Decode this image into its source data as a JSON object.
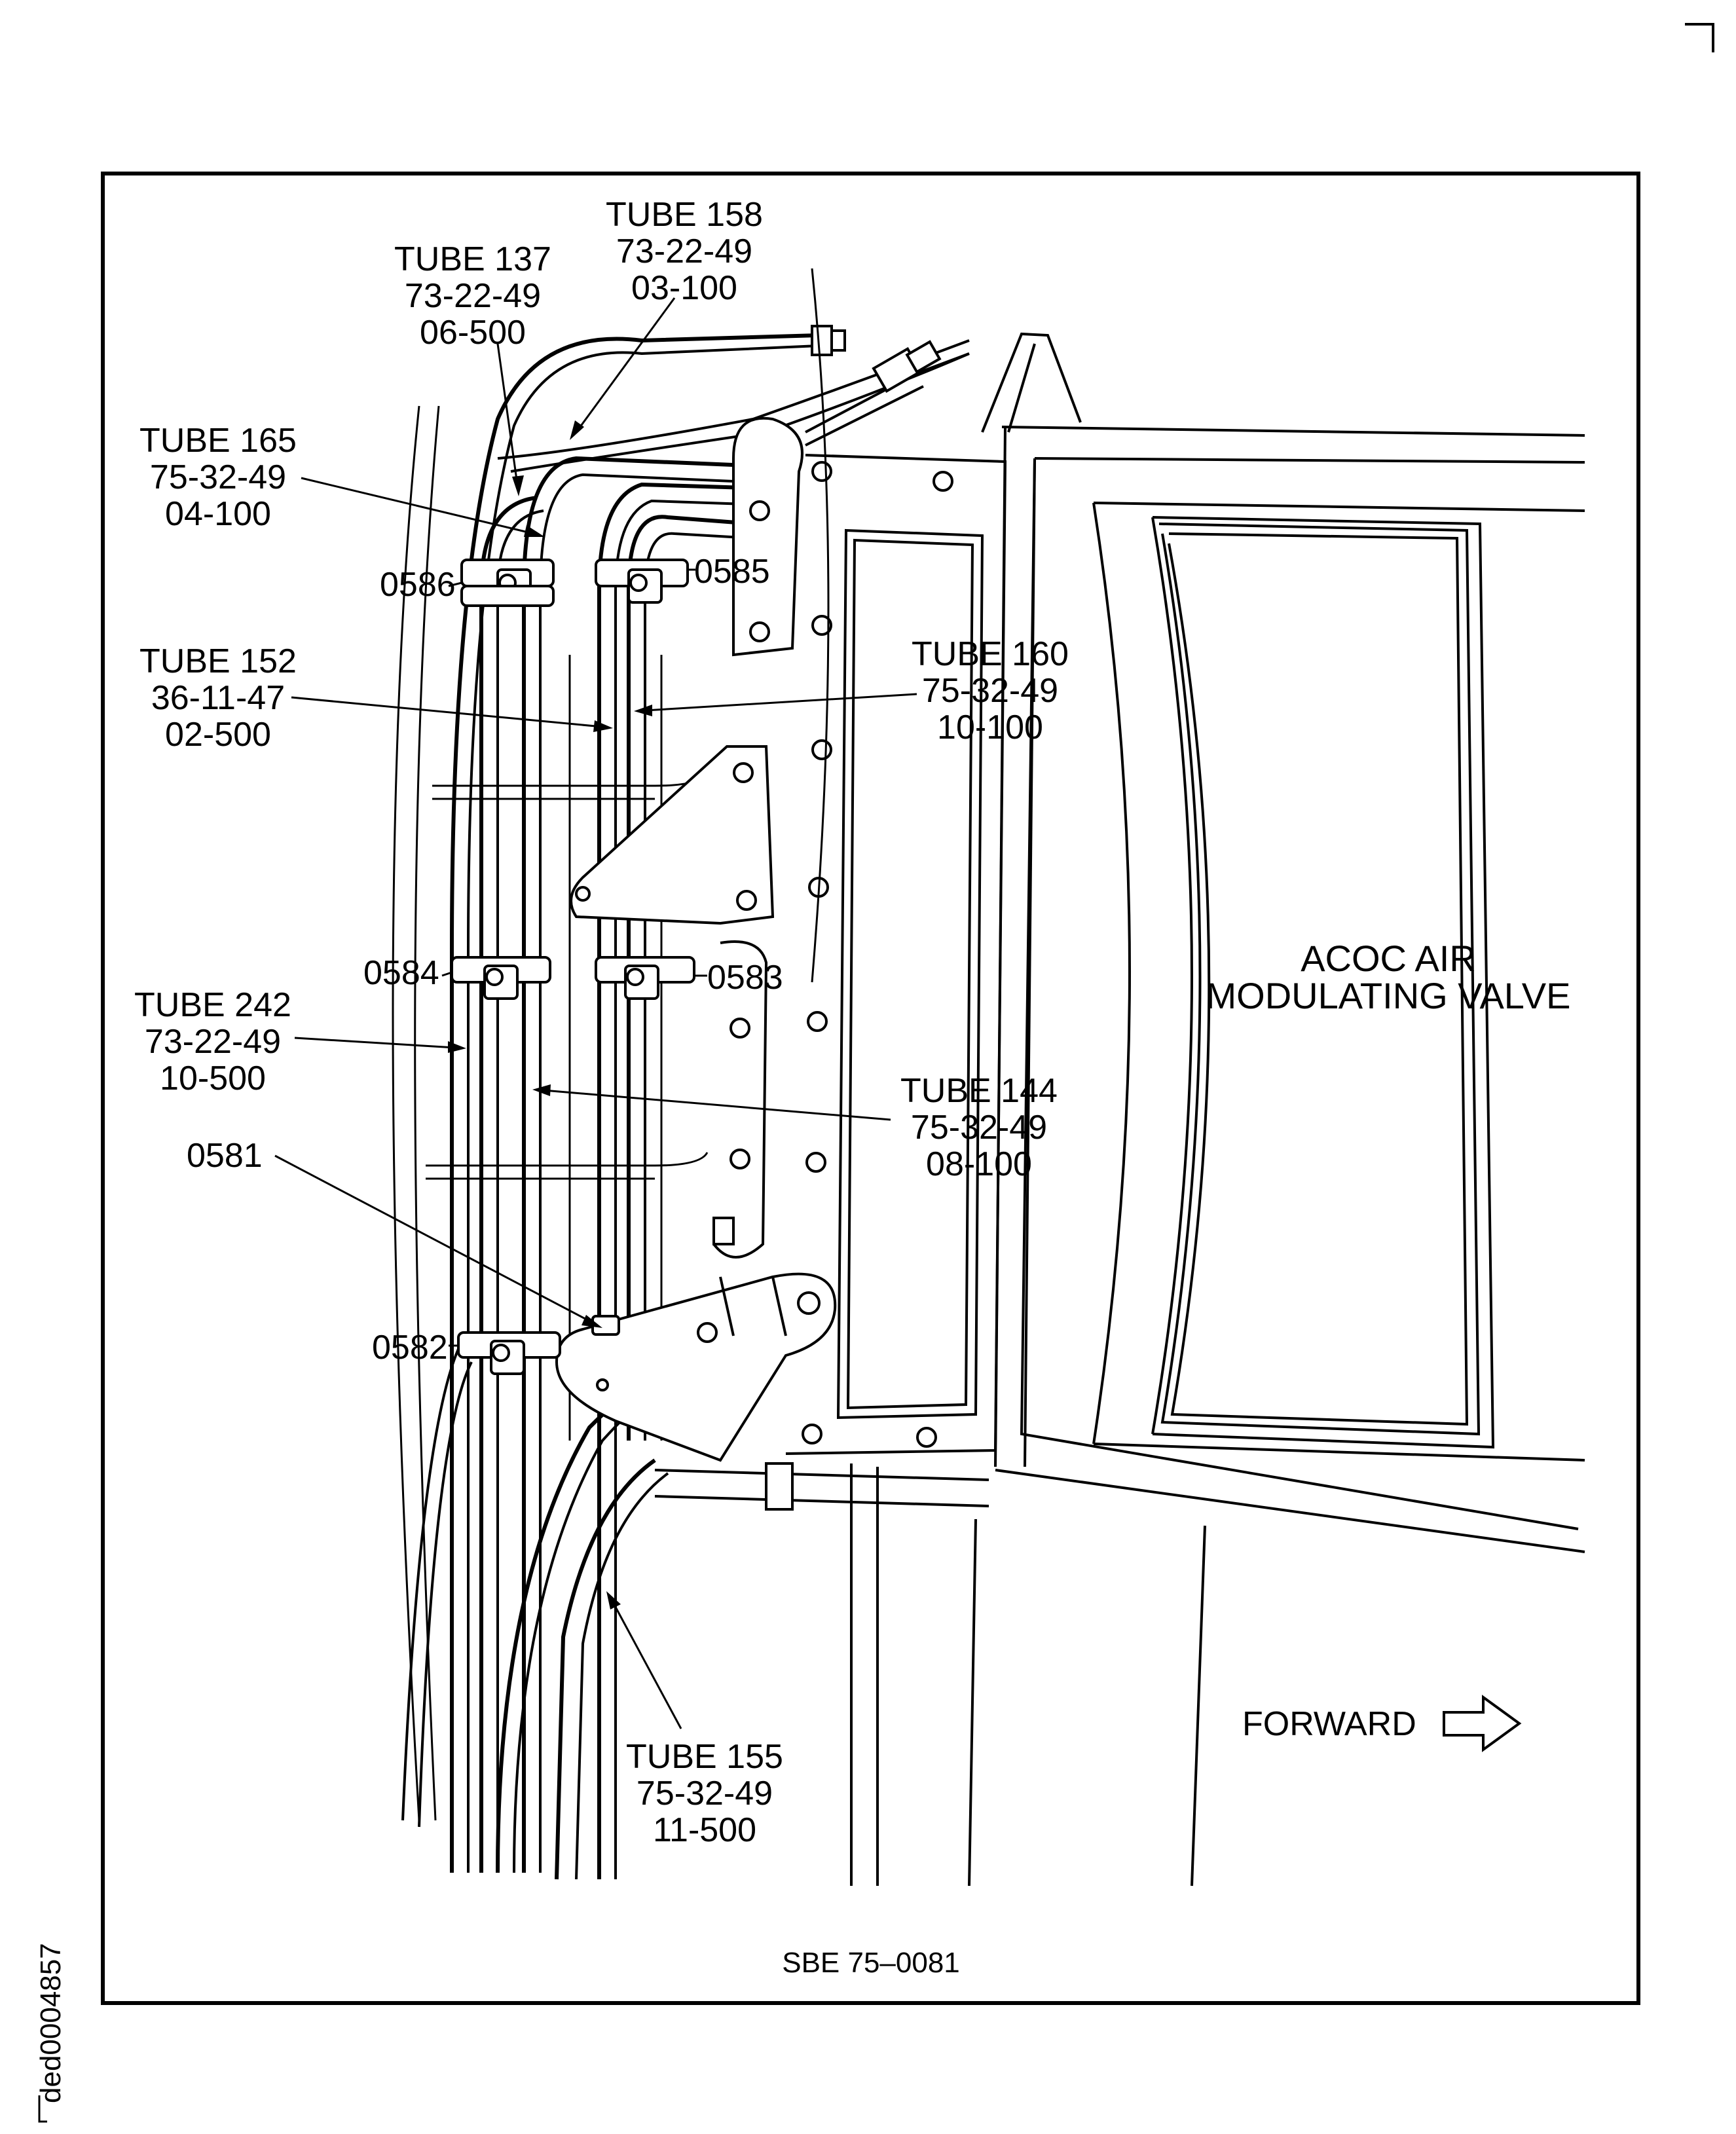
{
  "labels": {
    "tube158": [
      "TUBE 158",
      "73-22-49",
      "03-100"
    ],
    "tube137": [
      "TUBE 137",
      "73-22-49",
      "06-500"
    ],
    "tube165": [
      "TUBE 165",
      "75-32-49",
      "04-100"
    ],
    "tube152": [
      "TUBE 152",
      "36-11-47",
      "02-500"
    ],
    "tube160": [
      "TUBE 160",
      "75-32-49",
      "10-100"
    ],
    "tube242": [
      "TUBE 242",
      "73-22-49",
      "10-500"
    ],
    "tube144": [
      "TUBE 144",
      "75-32-49",
      "08-100"
    ],
    "tube155": [
      "TUBE 155",
      "75-32-49",
      "11-500"
    ],
    "clamps": {
      "c0586": "0586",
      "c0585": "0585",
      "c0584": "0584",
      "c0583": "0583",
      "c0582": "0582",
      "c0581": "0581"
    },
    "valve": [
      "ACOC AIR",
      "MODULATING VALVE"
    ],
    "forward": "FORWARD",
    "sbe": "SBE 75–0081",
    "figure_id": "ded0004857"
  }
}
